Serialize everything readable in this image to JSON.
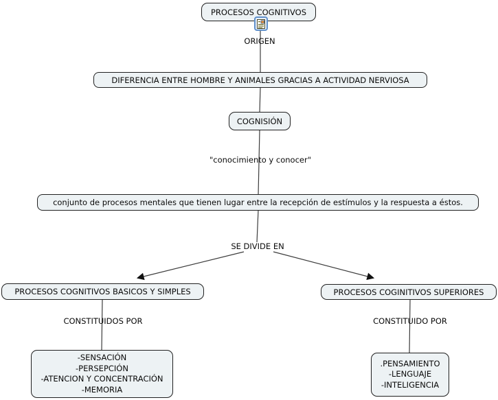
{
  "diagram": {
    "type": "concept-map",
    "nodes": {
      "procesos_cognitivos": "PROCESOS COGNITIVOS",
      "diferencia": "DIFERENCIA ENTRE HOMBRE Y ANIMALES GRACIAS A ACTIVIDAD NERVIOSA",
      "cognision": "COGNISIÓN",
      "definicion": "conjunto de procesos mentales que tienen lugar entre la recepción de estímulos y la respuesta a éstos.",
      "basicos": "PROCESOS COGNITIVOS BASICOS Y SIMPLES",
      "superiores": "PROCESOS COGINITIVOS SUPERIORES",
      "basicos_items": [
        "-SENSACIÓN",
        "-PERSEPCIÓN",
        "-ATENCION Y CONCENTRACIÓN",
        "-MEMORIA"
      ],
      "superiores_items": [
        ".PENSAMIENTO",
        "-LENGUAJE",
        "-INTELIGENCIA"
      ]
    },
    "linking_phrases": {
      "origen": "ORIGEN",
      "conocimiento": "\"conocimiento y conocer\"",
      "se_divide_en": "SE DIVIDE EN",
      "constituidos_por": "CONSTITUIDOS POR",
      "constituido_por": "CONSTITUIDO POR"
    },
    "icons": {
      "resource": "document-image-icon"
    },
    "colors": {
      "background": "#ffffff",
      "node_fill": "#edf2f4",
      "node_border": "#1f1f1f",
      "connector_line": "#3c3c3c",
      "arrowhead": "#111111",
      "icon_border": "#5e8fca",
      "icon_fill": "#e9f1fb"
    }
  }
}
